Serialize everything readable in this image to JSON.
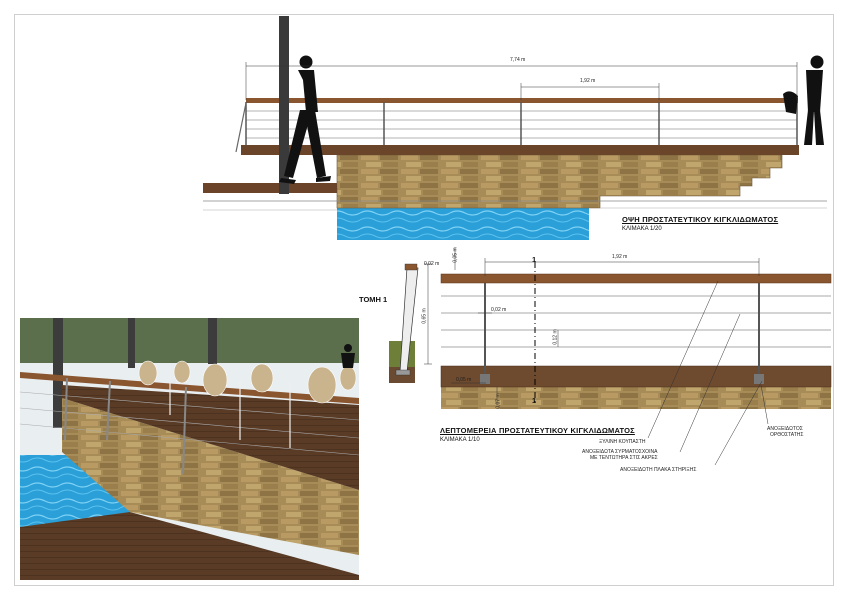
{
  "elevation": {
    "title": "ΟΨΗ ΠΡΟΣΤΑΤΕΥΤΙΚΟΥ ΚΙΓΚΛΙΔΩΜΑΤΟΣ",
    "scale": "ΚΛΙΜΑΚΑ 1/20",
    "dim_total": "7,74 m",
    "dim_span": "1,92 m"
  },
  "section": {
    "label": "ΤΟΜΗ 1",
    "dim_top": "0,02 m",
    "dim_cap": "0,05 m",
    "dim_height": "0,65 m"
  },
  "detail": {
    "title": "ΛΕΠΤΟΜΕΡΕΙΑ ΠΡΟΣΤΑΤΕΥΤΙΚΟΥ ΚΙΓΚΛΙΔΩΜΑΤΟΣ",
    "scale": "ΚΛΙΜΑΚΑ 1/10",
    "dim_span": "1,92 m",
    "dim_post": "0,02 m",
    "dim_gap": "0,12 m",
    "dim_base": "0,05 m",
    "dim_bottom": "0,07 m",
    "cut_marker": "1",
    "notes": {
      "handrail": "ΞΥΛΙΝΗ ΚΟΥΠΑΣΤΗ",
      "cables": [
        "ΑΝΟΞΕΙΔΩΤΑ ΣΥΡΜΑΤΟΣΧΟΙΝΑ",
        "ΜΕ ΤΕΝΤΩΤΗΡΑ ΣΤΙΣ ΑΚΡΕΣ"
      ],
      "plate": "ΑΝΟΞΕΙΔΩΤΗ ΠΛΑΚΑ ΣΤΗΡΙΞΗΣ",
      "post": [
        "ΑΝΟΞΕΙΔΩΤΟΣ",
        "ΟΡΘΟΣΤΑΤΗΣ"
      ]
    }
  },
  "colors": {
    "wood": "#8a5a35",
    "stone": "#a58a55",
    "water": "#2fa7df",
    "silhouette": "#111111",
    "post": "#555555"
  }
}
